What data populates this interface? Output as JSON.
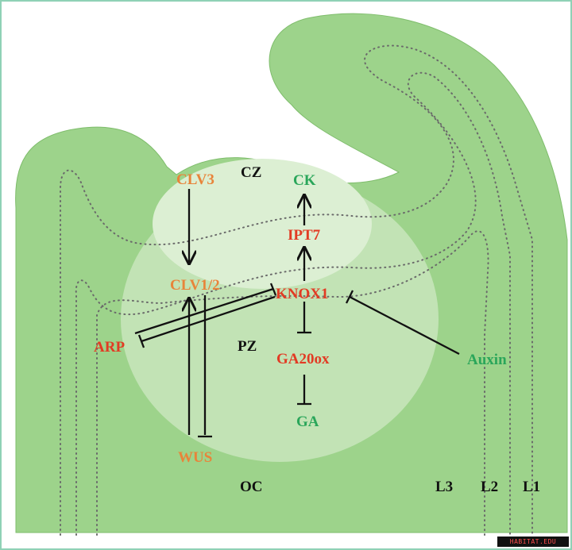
{
  "labels": {
    "clv3": "CLV3",
    "cz": "CZ",
    "ck": "CK",
    "ipt7": "IPT7",
    "clv12": "CLV1/2",
    "knox1": "KNOX1",
    "arp": "ARP",
    "pz": "PZ",
    "ga20ox": "GA20ox",
    "auxin": "Auxin",
    "ga": "GA",
    "wus": "WUS",
    "oc": "OC",
    "l3": "L3",
    "l2": "L2",
    "l1": "L1"
  },
  "watermark": "HABITAT.EDU",
  "colors": {
    "tissue": "#9dd38b",
    "zone_pz": "#c2e3b5",
    "zone_cz": "#dcefd3",
    "orange": "#e8843a",
    "red": "#e23b24",
    "green": "#2aa65a"
  }
}
